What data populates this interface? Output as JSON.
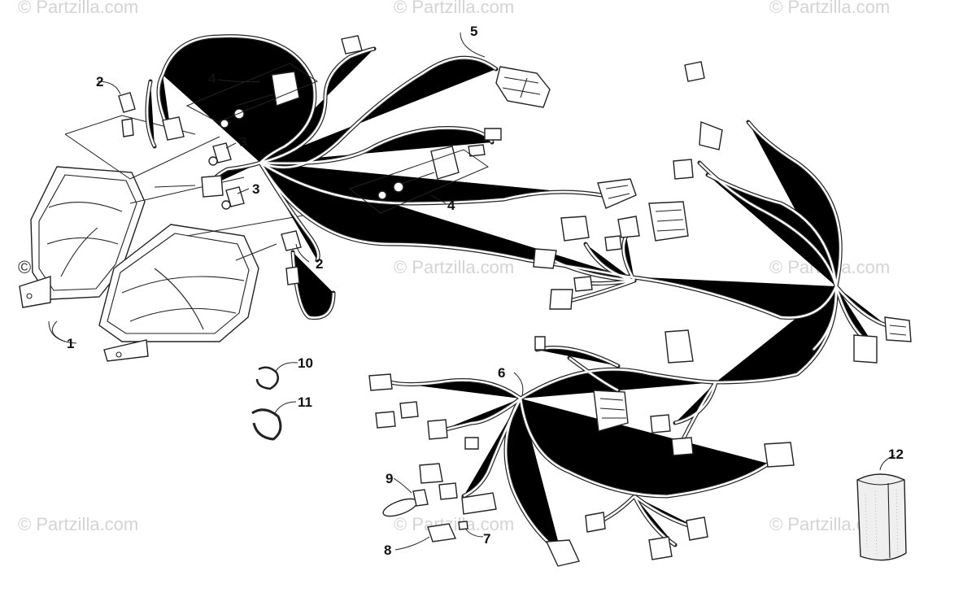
{
  "watermark": "© Partzilla.com",
  "callouts": {
    "c1": "1",
    "c2a": "2",
    "c2b": "2",
    "c3a": "3",
    "c3b": "3",
    "c4a": "4",
    "c4b": "4",
    "c5": "5",
    "c6": "6",
    "c7": "7",
    "c8": "8",
    "c9": "9",
    "c10": "10",
    "c11": "11",
    "c12": "12"
  }
}
